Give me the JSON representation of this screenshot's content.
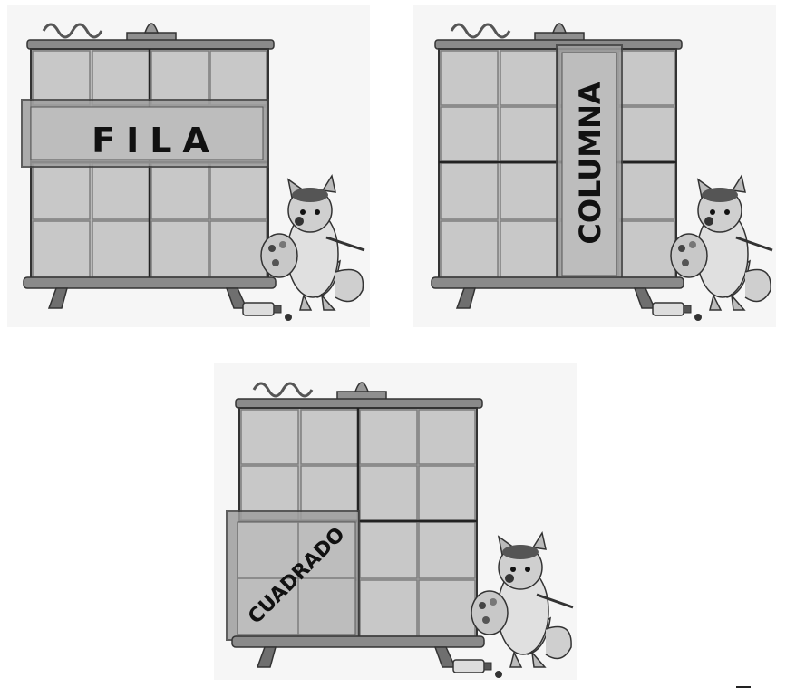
{
  "panels": [
    {
      "id": "fila",
      "highlight": "row",
      "label": "FILA"
    },
    {
      "id": "columna",
      "highlight": "column",
      "label": "COLUMNA"
    },
    {
      "id": "cuadrado",
      "highlight": "square",
      "label": "CUADRADO"
    }
  ],
  "colors": {
    "tile": "#c4c4c4",
    "grout": "#8a8a8a",
    "frame": "#7a7a7a",
    "highlight": "#9c9c9c",
    "ink": "#1a1a1a"
  }
}
